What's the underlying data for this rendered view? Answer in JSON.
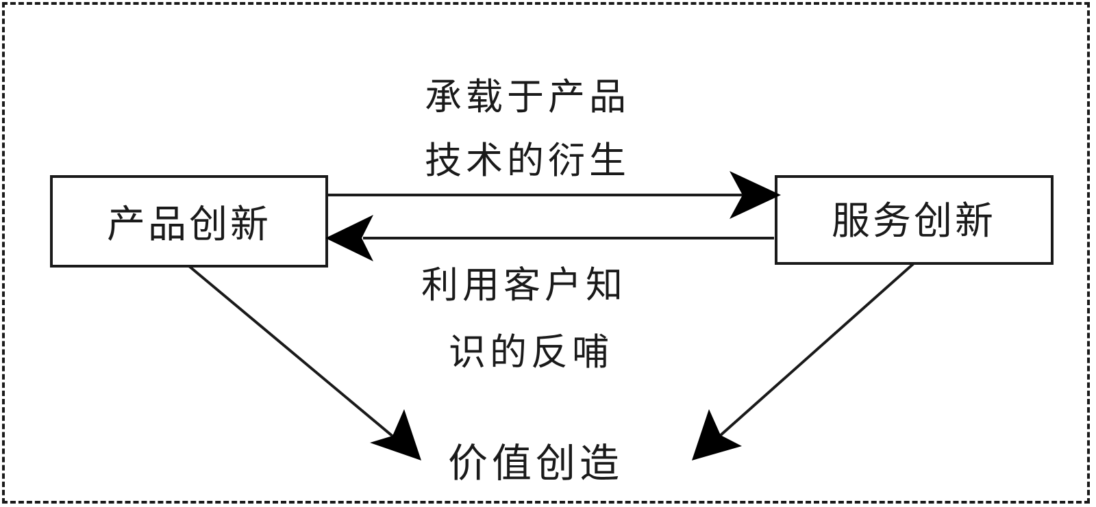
{
  "diagram": {
    "nodes": {
      "product_innovation": "产品创新",
      "service_innovation": "服务创新",
      "value_creation": "价值创造"
    },
    "edges": {
      "product_to_service": {
        "line1": "承载于产品",
        "line2": "技术的衍生"
      },
      "service_to_product": {
        "line1": "利用客户知",
        "line2": "识的反哺"
      }
    },
    "colors": {
      "stroke": "#1a1a1a",
      "arrowhead": "#000000",
      "background": "#ffffff"
    }
  }
}
